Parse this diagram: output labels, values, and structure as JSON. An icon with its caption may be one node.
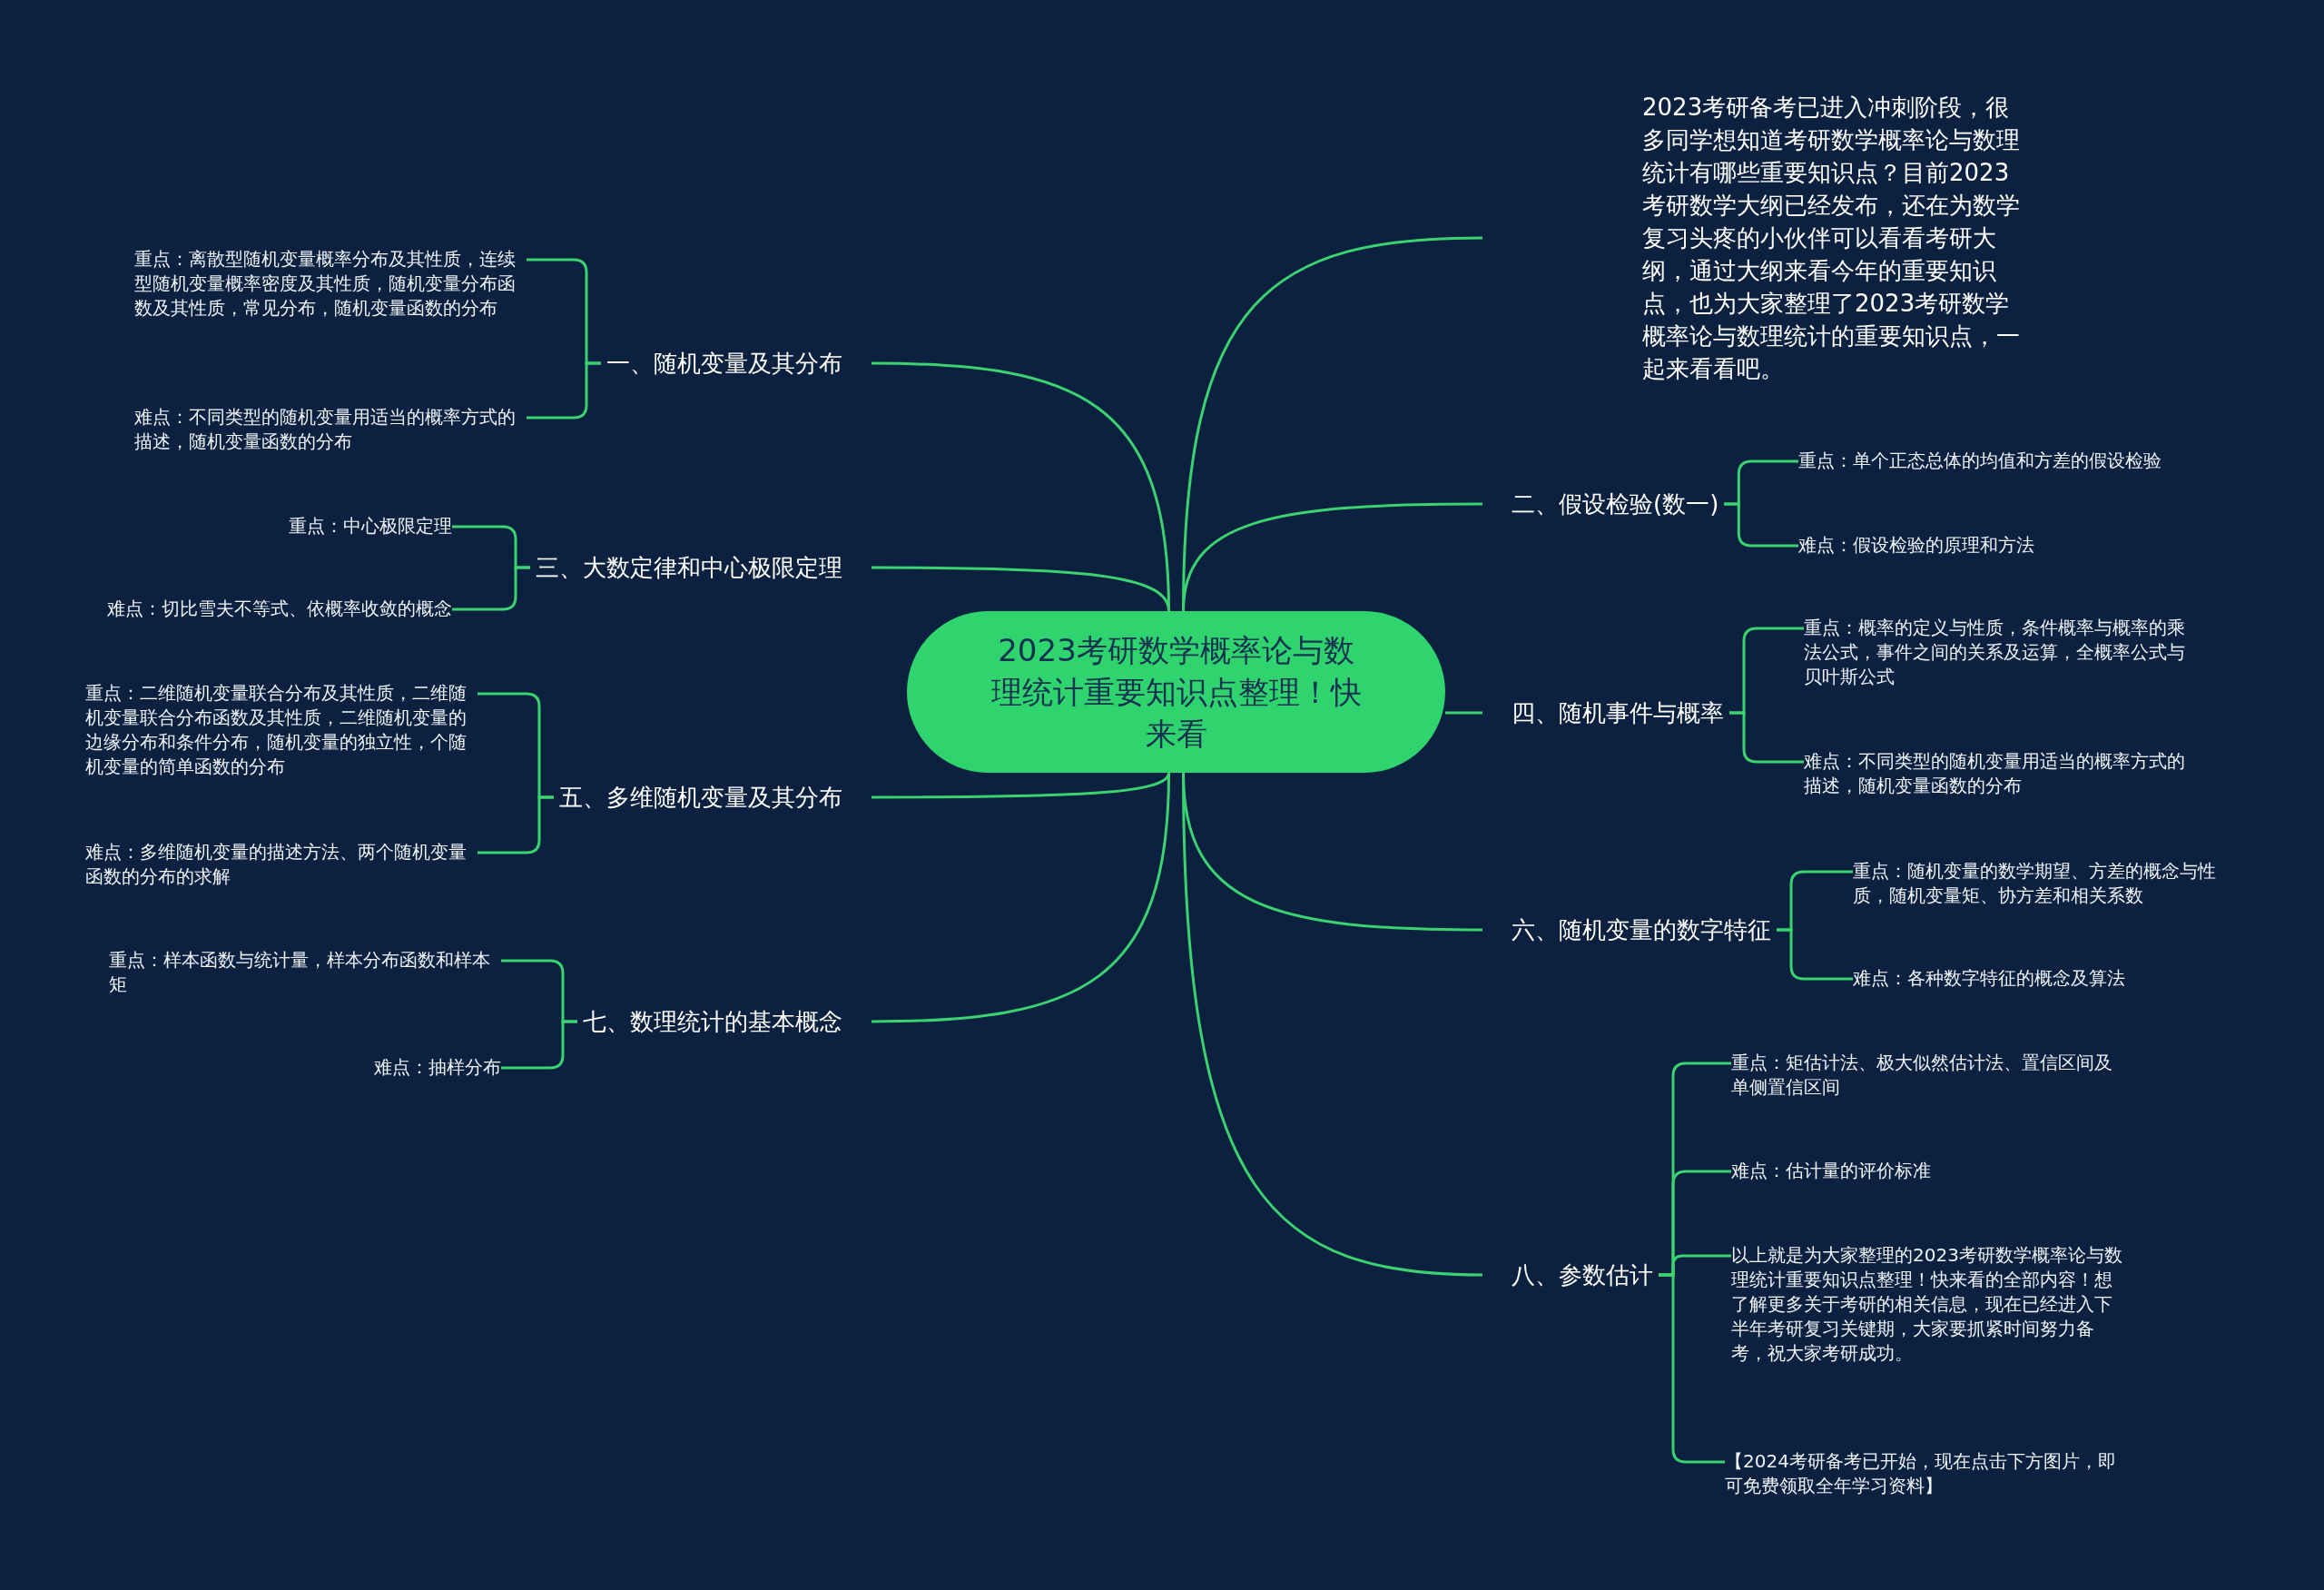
{
  "diagram": {
    "nodes": [
      {
        "text": [
          "2023考研数学概率论与数理统计重要知识点整理！快来看"
        ]
      },
      {
        "text": [
          "2023考研备考已进入冲刺阶段，很多同学想知道考研数学概率论与数理统计有哪些重要知识点？目前2023考研数学大纲已经发布，还在为数学复习头疼的小伙伴可以看看考研大纲，通过大纲来看今年的重要知识点，也为大家整理了2023考研数学概率论与数理统计的重要知识点，一起来看看吧。"
        ]
      },
      {
        "text": [
          "二、假设检验(数一)"
        ]
      },
      {
        "text": [
          "重点：单个正态总体的均值和方差的假设检验"
        ]
      },
      {
        "text": [
          "难点：假设检验的原理和方法"
        ]
      },
      {
        "text": [
          "四、随机事件与概率"
        ]
      },
      {
        "text": [
          "重点：概率的定义与性质，条件概率与概率的乘法公式，事件之间的关系及运算，全概率公式与贝叶斯公式"
        ]
      },
      {
        "text": [
          "难点：不同类型的随机变量用适当的概率方式的描述，随机变量函数的分布"
        ]
      },
      {
        "text": [
          "六、随机变量的数字特征"
        ]
      },
      {
        "text": [
          "重点：随机变量的数学期望、方差的概念与性质，随机变量矩、协方差和相关系数"
        ]
      },
      {
        "text": [
          "难点：各种数字特征的概念及算法"
        ]
      },
      {
        "text": [
          "八、参数估计"
        ]
      },
      {
        "text": [
          "重点：矩估计法、极大似然估计法、置信区间及单侧置信区间"
        ]
      },
      {
        "text": [
          "难点：估计量的评价标准"
        ]
      },
      {
        "text": [
          "以上就是为大家整理的2023考研数学概率论与数理统计重要知识点整理！快来看的全部内容！想了解更多关于考研的相关信息，现在已经进入下半年考研复习关键期，大家要抓紧时间努力备考，祝大家考研成功。"
        ]
      },
      {
        "text": [
          "【2024考研备考已开始，现在点击下方图片，即可免费领取全年学习资料】"
        ]
      },
      {
        "text": [
          "一、随机变量及其分布"
        ]
      },
      {
        "text": [
          "重点：离散型随机变量概率分布及其性质，连续型随机变量概率密度及其性质，随机变量分布函数及其性质，常见分布，随机变量函数的分布"
        ]
      },
      {
        "text": [
          "难点：不同类型的随机变量用适当的概率方式的描述，随机变量函数的分布"
        ]
      },
      {
        "text": [
          "三、大数定律和中心极限定理"
        ]
      },
      {
        "text": [
          "重点：中心极限定理"
        ]
      },
      {
        "text": [
          "难点：切比雪夫不等式、依概率收敛的概念"
        ]
      },
      {
        "text": [
          "五、多维随机变量及其分布"
        ]
      },
      {
        "text": [
          "重点：二维随机变量联合分布及其性质，二维随机变量联合分布函数及其性质，二维随机变量的边缘分布和条件分布，随机变量的独立性，个随机变量的简单函数的分布"
        ]
      },
      {
        "text": [
          "难点：多维随机变量的描述方法、两个随机变量函数的分布的求解"
        ]
      },
      {
        "text": [
          "七、数理统计的基本概念"
        ]
      },
      {
        "text": [
          "重点：样本函数与统计量，样本分布函数和样本矩"
        ]
      },
      {
        "text": [
          "难点：抽样分布"
        ]
      }
    ],
    "edges": [
      {
        "from": 0,
        "to": 1,
        "arrow": "none"
      },
      {
        "from": 0,
        "to": 2,
        "arrow": "none"
      },
      {
        "from": 2,
        "to": 3,
        "arrow": "none"
      },
      {
        "from": 2,
        "to": 4,
        "arrow": "none"
      },
      {
        "from": 0,
        "to": 5,
        "arrow": "none"
      },
      {
        "from": 5,
        "to": 6,
        "arrow": "none"
      },
      {
        "from": 5,
        "to": 7,
        "arrow": "none"
      },
      {
        "from": 0,
        "to": 8,
        "arrow": "none"
      },
      {
        "from": 8,
        "to": 9,
        "arrow": "none"
      },
      {
        "from": 8,
        "to": 10,
        "arrow": "none"
      },
      {
        "from": 0,
        "to": 11,
        "arrow": "none"
      },
      {
        "from": 11,
        "to": 12,
        "arrow": "none"
      },
      {
        "from": 11,
        "to": 13,
        "arrow": "none"
      },
      {
        "from": 11,
        "to": 14,
        "arrow": "none"
      },
      {
        "from": 11,
        "to": 15,
        "arrow": "none"
      },
      {
        "from": 0,
        "to": 16,
        "arrow": "none"
      },
      {
        "from": 16,
        "to": 17,
        "arrow": "none"
      },
      {
        "from": 16,
        "to": 18,
        "arrow": "none"
      },
      {
        "from": 0,
        "to": 19,
        "arrow": "none"
      },
      {
        "from": 19,
        "to": 20,
        "arrow": "none"
      },
      {
        "from": 19,
        "to": 21,
        "arrow": "none"
      },
      {
        "from": 0,
        "to": 22,
        "arrow": "none"
      },
      {
        "from": 22,
        "to": 23,
        "arrow": "none"
      },
      {
        "from": 22,
        "to": 24,
        "arrow": "none"
      },
      {
        "from": 0,
        "to": 25,
        "arrow": "none"
      },
      {
        "from": 25,
        "to": 26,
        "arrow": "none"
      },
      {
        "from": 25,
        "to": 27,
        "arrow": "none"
      }
    ]
  }
}
